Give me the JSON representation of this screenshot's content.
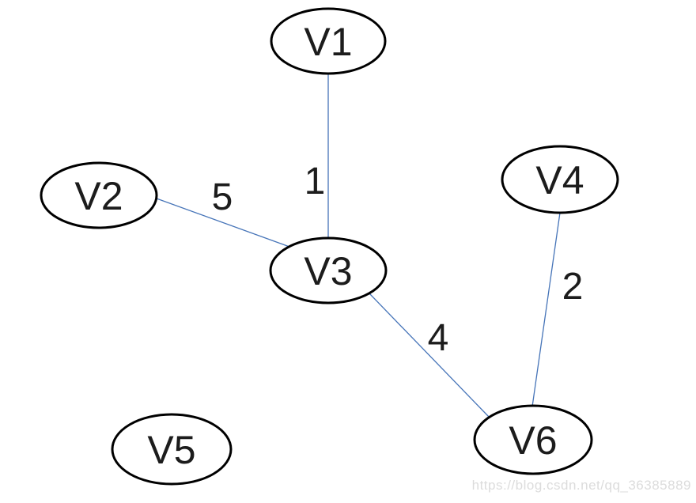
{
  "graph": {
    "type": "undirected-weighted-graph",
    "nodes": [
      {
        "id": "V1",
        "label": "V1"
      },
      {
        "id": "V2",
        "label": "V2"
      },
      {
        "id": "V3",
        "label": "V3"
      },
      {
        "id": "V4",
        "label": "V4"
      },
      {
        "id": "V5",
        "label": "V5"
      },
      {
        "id": "V6",
        "label": "V6"
      }
    ],
    "edges": [
      {
        "source": "V1",
        "target": "V3",
        "weight": "1"
      },
      {
        "source": "V2",
        "target": "V3",
        "weight": "5"
      },
      {
        "source": "V3",
        "target": "V6",
        "weight": "4"
      },
      {
        "source": "V4",
        "target": "V6",
        "weight": "2"
      }
    ]
  },
  "watermark": {
    "text": "https://blog.csdn.net/qq_36385889"
  },
  "colors": {
    "edge": "#4674b8",
    "node_stroke": "#000000",
    "node_fill": "#ffffff",
    "label": "#1c1c1c",
    "watermark": "#dcdcdc",
    "background": "#ffffff"
  }
}
